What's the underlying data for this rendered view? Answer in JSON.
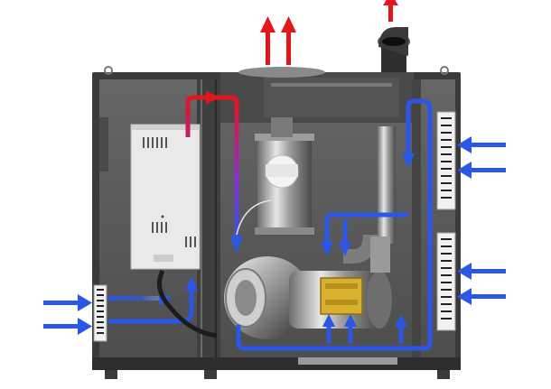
{
  "diagram": {
    "kind": "ventilation-unit-cutaway",
    "colors": {
      "background": "#ffffff",
      "cabinet_frame": "#3a3a3a",
      "cabinet_panel": "#5c5c5c",
      "cabinet_panel_dark": "#474747",
      "control_box": "#e9e9e9",
      "duct_metal": "#b8b8b8",
      "motor_block": "#d7b12e",
      "exhaust_arrow": "#e4161b",
      "intake_arrow": "#2a57e8",
      "transition_purple": "#8a2fd1"
    },
    "flows": [
      {
        "name": "outdoor-air-intake-left",
        "color_key": "intake_arrow"
      },
      {
        "name": "outdoor-air-intake-right",
        "color_key": "intake_arrow"
      },
      {
        "name": "exhaust-air-out-top",
        "color_key": "exhaust_arrow"
      },
      {
        "name": "heated-air-loop",
        "color_key": "exhaust_arrow"
      }
    ],
    "icons": [
      "red-up-arrow-icon",
      "blue-right-arrow-icon",
      "blue-left-arrow-icon",
      "fan-motor-icon",
      "exhaust-elbow-icon"
    ]
  }
}
